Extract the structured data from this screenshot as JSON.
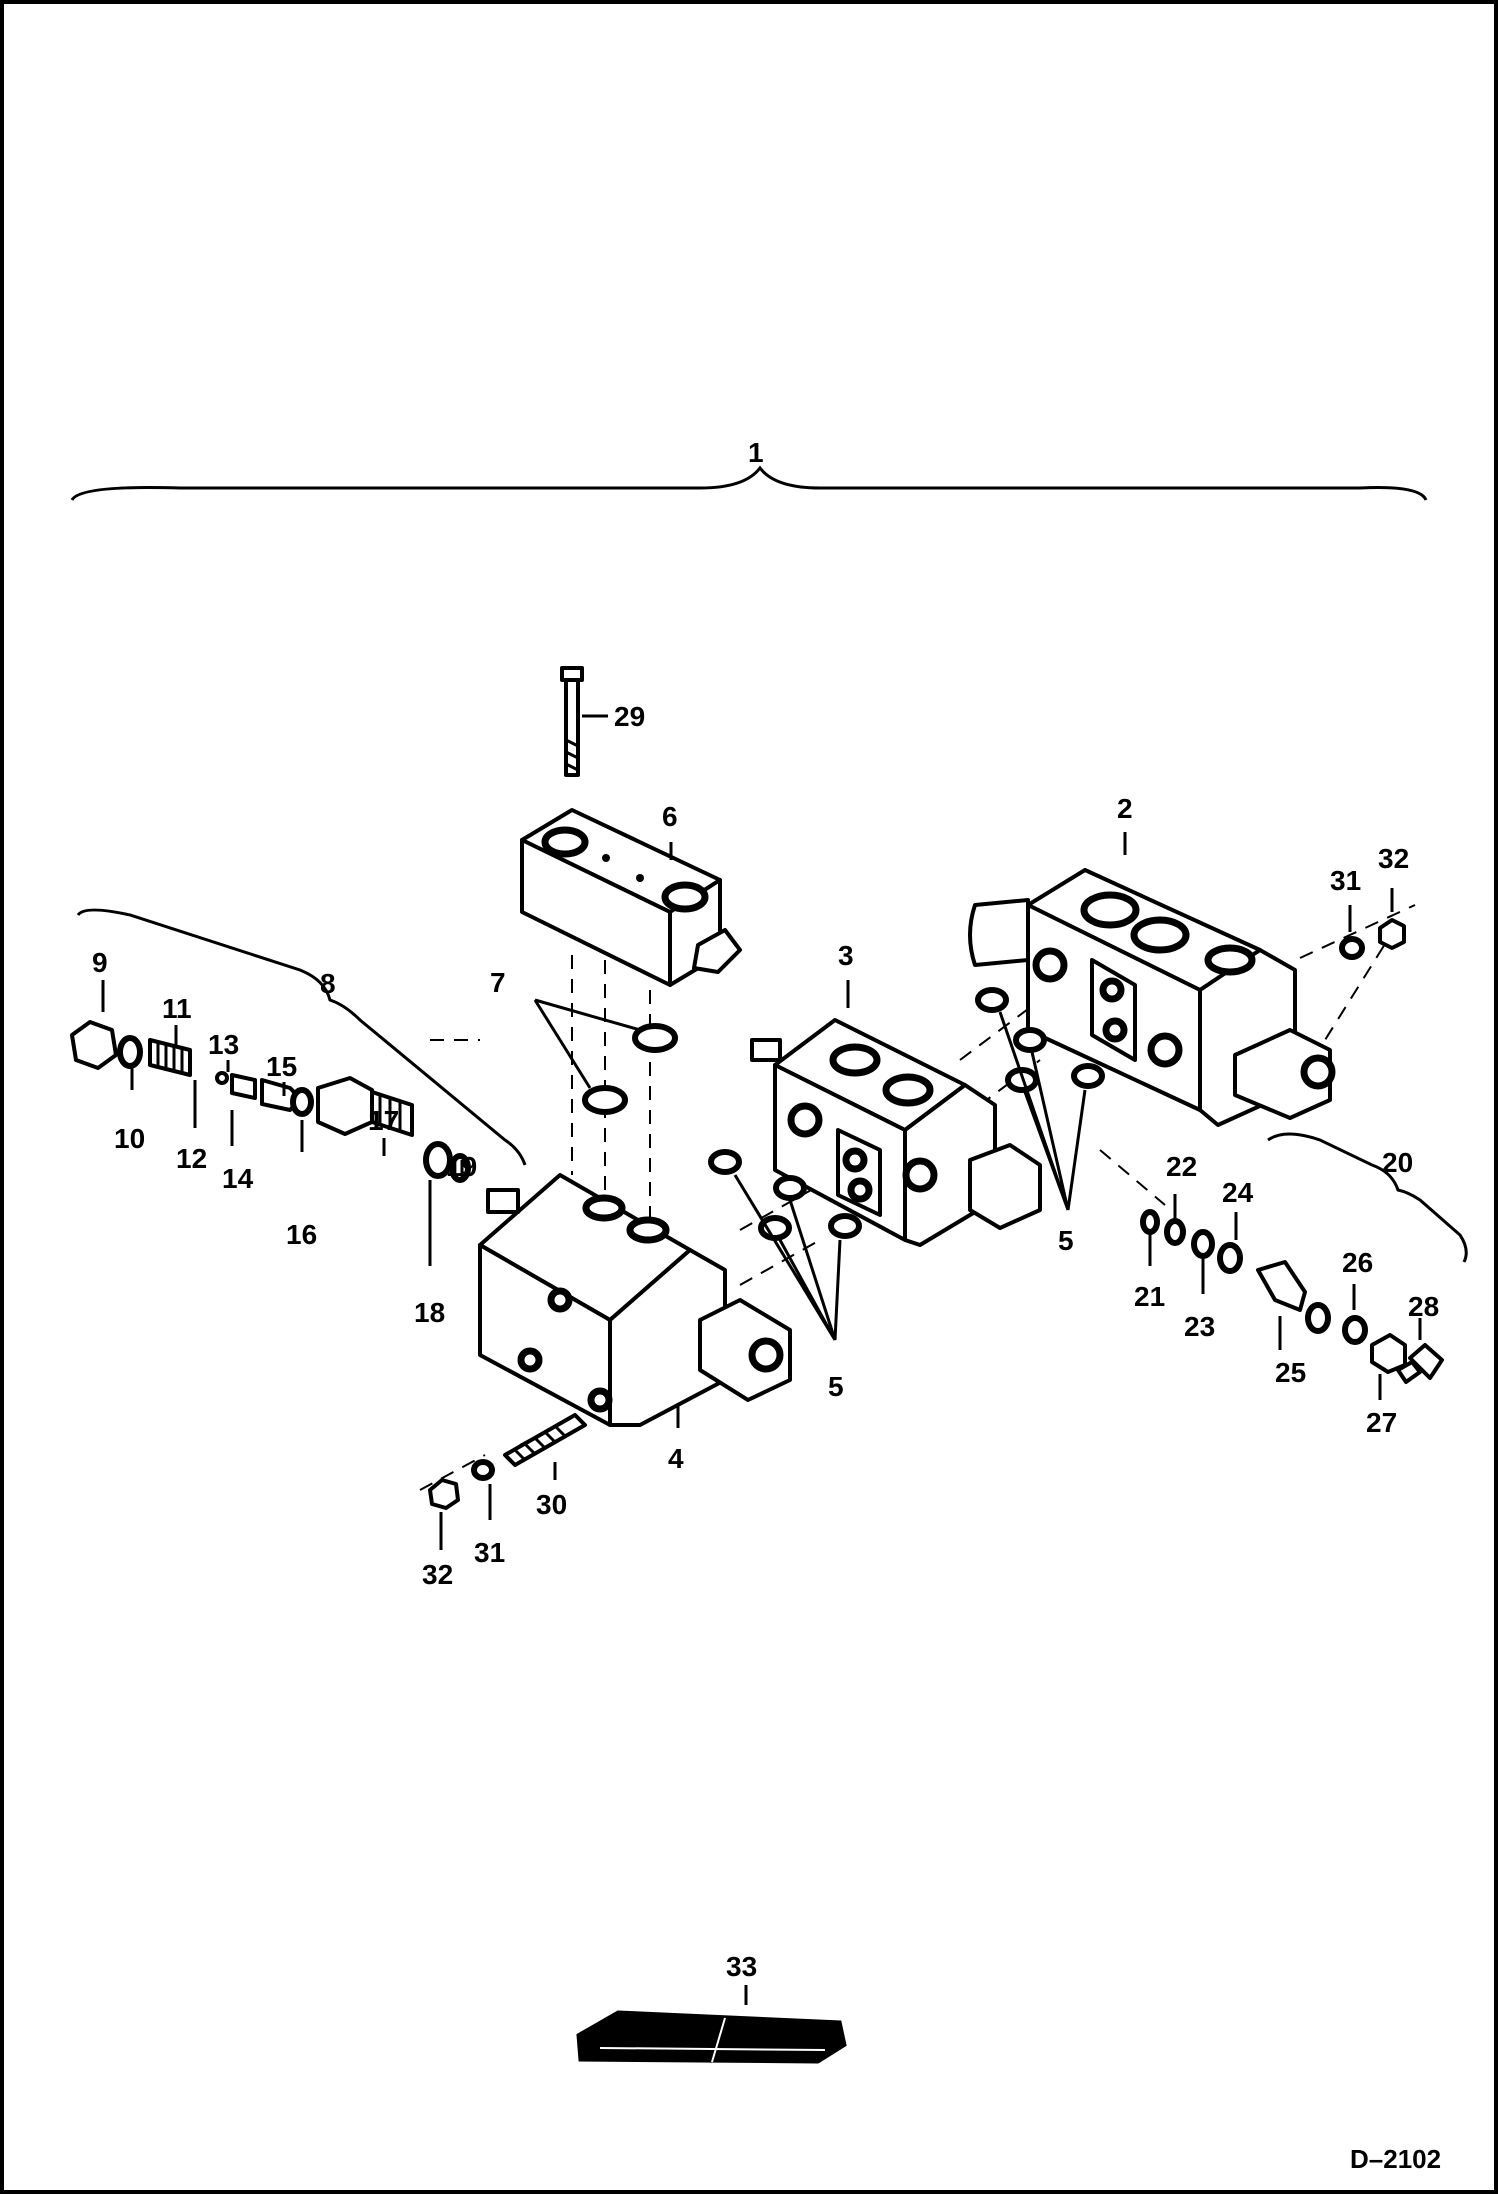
{
  "figure": {
    "id": "D–2102"
  },
  "callouts": {
    "c1": "1",
    "c2": "2",
    "c3": "3",
    "c4": "4",
    "c5a": "5",
    "c5b": "5",
    "c6": "6",
    "c7": "7",
    "c8": "8",
    "c9": "9",
    "c10": "10",
    "c11": "11",
    "c12": "12",
    "c13": "13",
    "c14": "14",
    "c15": "15",
    "c16": "16",
    "c17": "17",
    "c18": "18",
    "c19": "19",
    "c20": "20",
    "c21": "21",
    "c22": "22",
    "c23": "23",
    "c24": "24",
    "c25": "25",
    "c26": "26",
    "c27": "27",
    "c28": "28",
    "c29": "29",
    "c30": "30",
    "c31a": "31",
    "c31b": "31",
    "c32a": "32",
    "c32b": "32",
    "c33": "33"
  }
}
